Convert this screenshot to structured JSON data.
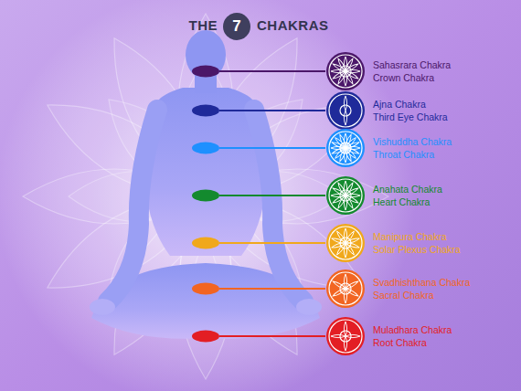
{
  "diagram": {
    "nodes": [
      {
        "text": [
          "7"
        ]
      },
      {
        "text": [
          "Sahasrara Chakra",
          "Crown Chakra"
        ]
      },
      {
        "text": [
          "Ajna Chakra",
          "Third Eye Chakra"
        ]
      },
      {
        "text": [
          "Vishuddha Chakra",
          "Throat Chakra"
        ]
      },
      {
        "text": [
          "Anahata Chakra",
          "Heart Chakra"
        ]
      },
      {
        "text": [
          "Manipura Chakra",
          "Solar Plexus Chakra"
        ]
      },
      {
        "text": [
          "Svadhishthana Chakra",
          "Sacral Chakra"
        ]
      },
      {
        "text": [
          "Muladhara Chakra",
          "Root Chakra"
        ]
      }
    ],
    "labels": [
      "THE",
      "CHAKRAS"
    ]
  }
}
